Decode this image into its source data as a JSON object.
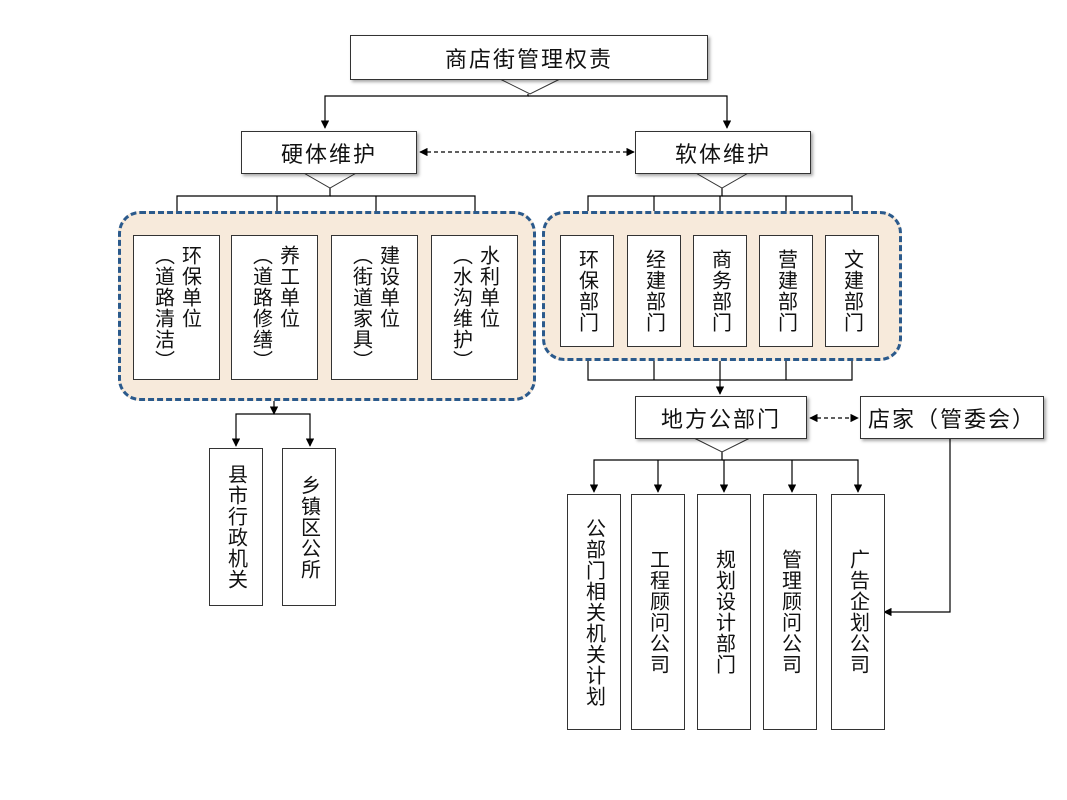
{
  "root": {
    "label": "商店街管理权责"
  },
  "hard": {
    "label": "硬体维护"
  },
  "soft": {
    "label": "软体维护"
  },
  "hard_units": [
    {
      "line1": "环保单位",
      "line2": "（道路清洁）"
    },
    {
      "line1": "养工单位",
      "line2": "（道路修缮）"
    },
    {
      "line1": "建设单位",
      "line2": "（街道家具）"
    },
    {
      "line1": "水利单位",
      "line2": "（水沟维护）"
    }
  ],
  "soft_depts": [
    "环保部门",
    "经建部门",
    "商务部门",
    "营建部门",
    "文建部门"
  ],
  "local_gov": [
    "县市行政机关",
    "乡镇区公所"
  ],
  "local_dept": {
    "label": "地方公部门"
  },
  "store": {
    "label": "店家（管委会）"
  },
  "bottom_items": [
    "公部门相关机关计划",
    "工程顾问公司",
    "规划设计部门",
    "管理顾问公司",
    "广告企划公司"
  ],
  "colors": {
    "group_fill": "#f7eadb",
    "group_border": "#2b5a8c",
    "line": "#000000"
  }
}
